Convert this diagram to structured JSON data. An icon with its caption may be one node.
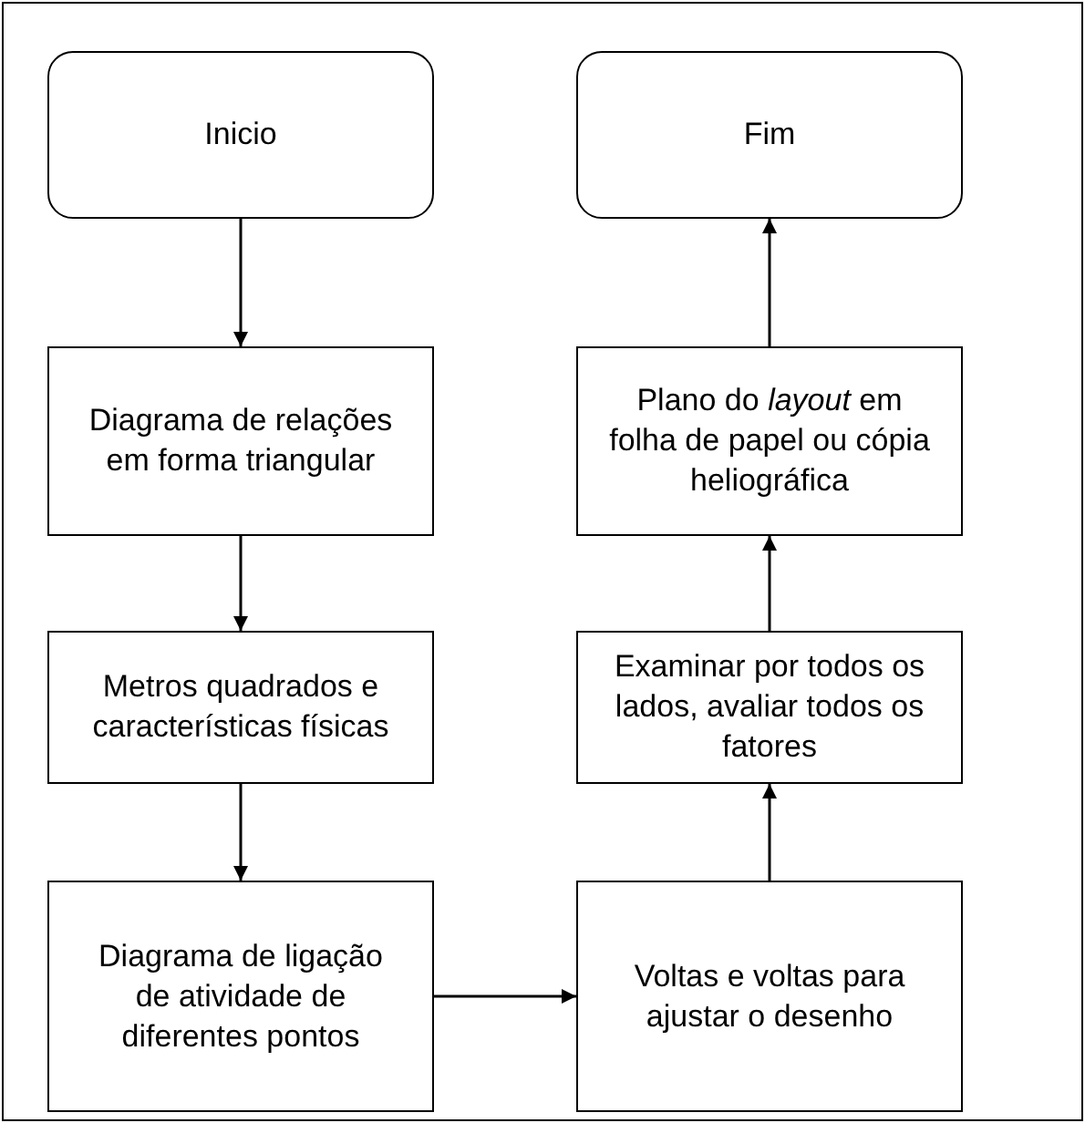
{
  "diagram": {
    "nodes": [
      {
        "text": [
          "Inicio"
        ]
      },
      {
        "text": [
          "Diagrama de relações em forma triangular"
        ]
      },
      {
        "text": [
          "Metros quadrados e características físicas"
        ]
      },
      {
        "text": [
          "Diagrama de ligação de atividade de diferentes pontos"
        ]
      },
      {
        "text": [
          "Voltas e voltas para ajustar o desenho"
        ]
      },
      {
        "text": [
          "Examinar por todos os lados, avaliar todos os fatores"
        ]
      },
      {
        "text": [
          "Plano do *layout* em folha de papel ou cópia heliográfica"
        ]
      },
      {
        "text": [
          "Fim"
        ]
      }
    ],
    "edges": [
      {
        "from": 0,
        "to": 1,
        "arrow": "to"
      },
      {
        "from": 1,
        "to": 2,
        "arrow": "to"
      },
      {
        "from": 2,
        "to": 3,
        "arrow": "to"
      },
      {
        "from": 3,
        "to": 4,
        "arrow": "to"
      },
      {
        "from": 4,
        "to": 5,
        "arrow": "to"
      },
      {
        "from": 5,
        "to": 6,
        "arrow": "to"
      },
      {
        "from": 6,
        "to": 7,
        "arrow": "to"
      }
    ]
  }
}
